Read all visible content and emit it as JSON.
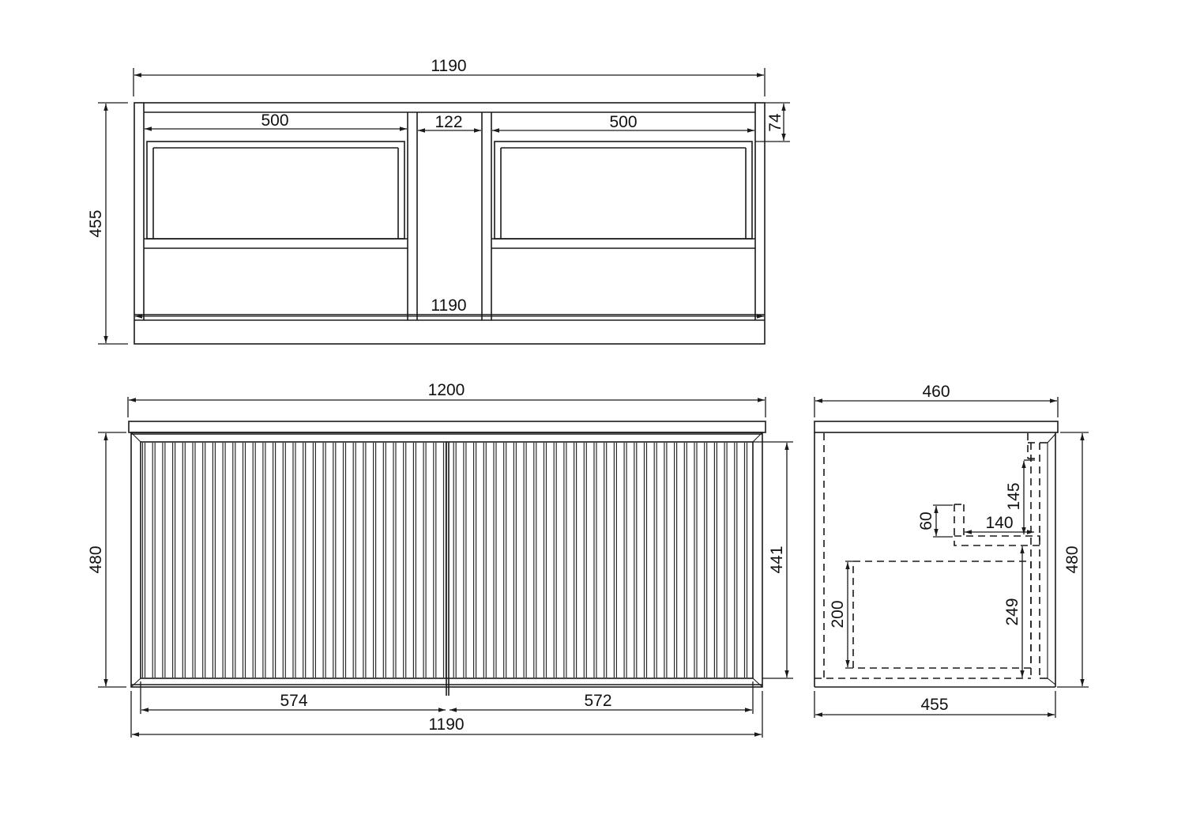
{
  "drawing": {
    "background": "#ffffff",
    "line_color": "#1a1a1a"
  },
  "top_view": {
    "overall_width": "1190",
    "depth": "455",
    "drawer_left_width": "500",
    "center_gap": "122",
    "drawer_right_width": "500",
    "top_rail": "74",
    "inner_width": "1190"
  },
  "front_view": {
    "top_width": "1200",
    "height": "480",
    "door_height": "441",
    "left_door": "574",
    "right_door": "572",
    "base_width": "1190"
  },
  "side_view": {
    "top_depth": "460",
    "height": "480",
    "base_depth": "455",
    "waste_height": "60",
    "waste_offset": "140",
    "pipe_rise": "145",
    "drawer_height": "200",
    "floor_to_pipe": "249"
  }
}
